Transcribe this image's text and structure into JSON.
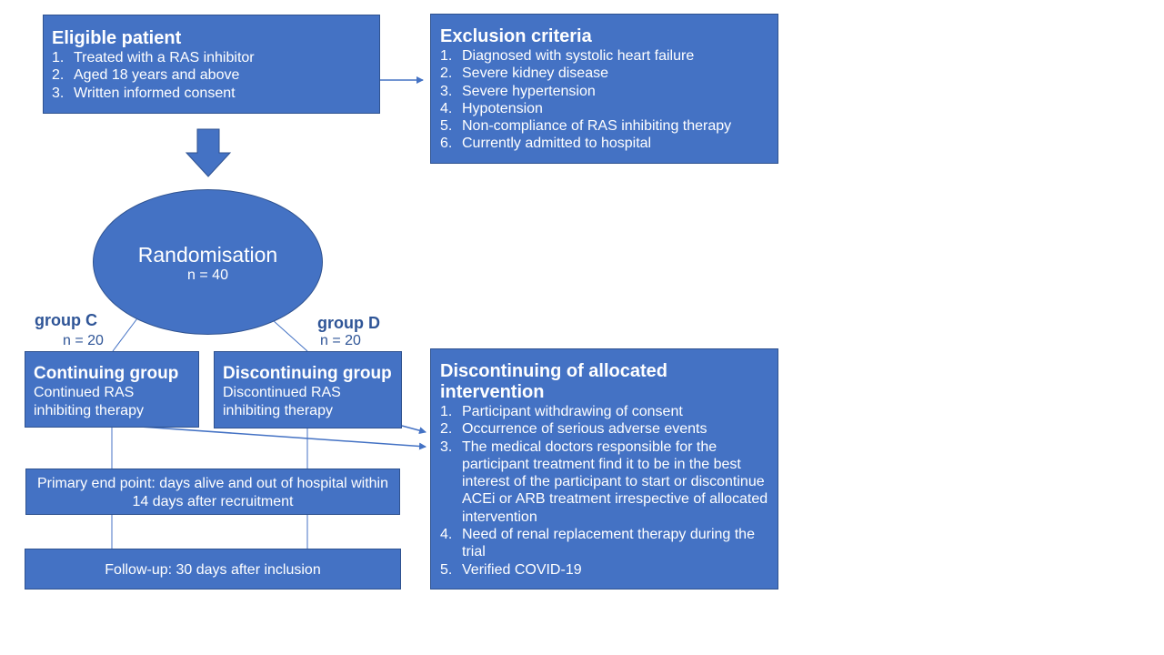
{
  "eligible": {
    "title": "Eligible patient",
    "items": [
      {
        "num": "1.",
        "text": "Treated with a RAS inhibitor"
      },
      {
        "num": "2.",
        "text": "Aged 18 years and above"
      },
      {
        "num": "3.",
        "text": "Written informed consent"
      }
    ]
  },
  "exclusion": {
    "title": "Exclusion criteria",
    "items": [
      {
        "num": "1.",
        "text": "Diagnosed with systolic heart failure"
      },
      {
        "num": "2.",
        "text": "Severe kidney disease"
      },
      {
        "num": "3.",
        "text": "Severe hypertension"
      },
      {
        "num": "4.",
        "text": "Hypotension"
      },
      {
        "num": "5.",
        "text": "Non-compliance of RAS inhibiting therapy"
      },
      {
        "num": "6.",
        "text": "Currently admitted to hospital"
      }
    ]
  },
  "randomisation": {
    "title": "Randomisation",
    "n": "n = 40"
  },
  "group_c": {
    "label": "group C",
    "n": "n = 20"
  },
  "group_d": {
    "label": "group D",
    "n": "n = 20"
  },
  "continuing": {
    "title": "Continuing group",
    "line1": "Continued RAS",
    "line2": "inhibiting therapy"
  },
  "discontinuing": {
    "title": "Discontinuing group",
    "line1": "Discontinued RAS",
    "line2": "inhibiting therapy"
  },
  "discontinuation": {
    "title_line1": "Discontinuing of allocated",
    "title_line2": "intervention",
    "items": [
      {
        "num": "1.",
        "text": "Participant withdrawing of consent"
      },
      {
        "num": "2.",
        "text": "Occurrence of serious adverse events"
      },
      {
        "num": "3.",
        "text": "The medical doctors responsible for the participant treatment find it to be in the best interest of the participant to start or discontinue ACEi or ARB treatment irrespective of allocated intervention"
      },
      {
        "num": "4.",
        "text": "Need of renal replacement therapy during the trial"
      },
      {
        "num": "5.",
        "text": "Verified COVID-19"
      }
    ]
  },
  "primary_endpoint": {
    "line1": "Primary end point: days alive and out of hospital within",
    "line2": "14 days after recruitment"
  },
  "follow_up": {
    "text": "Follow-up: 30 days after inclusion"
  },
  "colors": {
    "box_fill": "#4472c4",
    "box_border": "#2f528f",
    "label_text": "#2f5597"
  }
}
